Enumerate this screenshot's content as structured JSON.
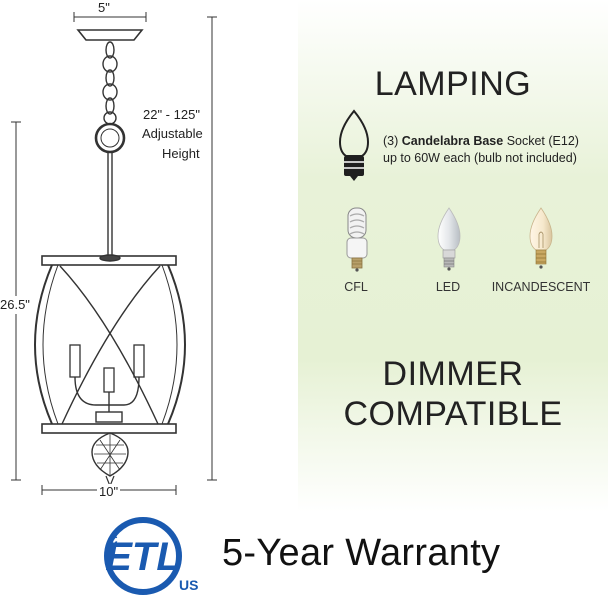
{
  "dimensions": {
    "canopy_width": "5\"",
    "adjustable_height_range": "22\" - 125\"",
    "adjustable_label": "Adjustable",
    "height_label": "Height",
    "body_height": "26.5\"",
    "body_width": "10\""
  },
  "lamping": {
    "title": "LAMPING",
    "socket_count": "(3)",
    "socket_type": "Candelabra Base",
    "socket_suffix": "Socket (E12)",
    "wattage_note": "up to 60W each (bulb not included)",
    "bulbs": [
      {
        "label": "CFL",
        "icon": "cfl-bulb-icon"
      },
      {
        "label": "LED",
        "icon": "led-bulb-icon"
      },
      {
        "label": "INCANDESCENT",
        "icon": "incandescent-bulb-icon"
      }
    ]
  },
  "dimmer": {
    "line1": "DIMMER",
    "line2": "COMPATIBLE"
  },
  "certification": {
    "mark": "ETL",
    "c_mark": "C",
    "us_mark": "US",
    "color": "#1a5ab0"
  },
  "warranty": {
    "text": "5-Year Warranty"
  }
}
